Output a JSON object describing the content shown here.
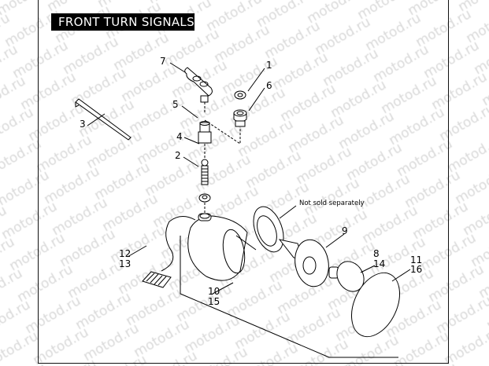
{
  "title": "FRONT TURN SIGNALS",
  "watermark": "motod.ru",
  "callouts": {
    "c1": "1",
    "c2": "2",
    "c3": "3",
    "c4": "4",
    "c5": "5",
    "c6": "6",
    "c7": "7",
    "c8": "8",
    "c9": "9",
    "c10": "10",
    "c11": "11",
    "c12": "12",
    "c13": "13",
    "c14": "14",
    "c15": "15",
    "c16": "16"
  },
  "note": "Not sold separately"
}
